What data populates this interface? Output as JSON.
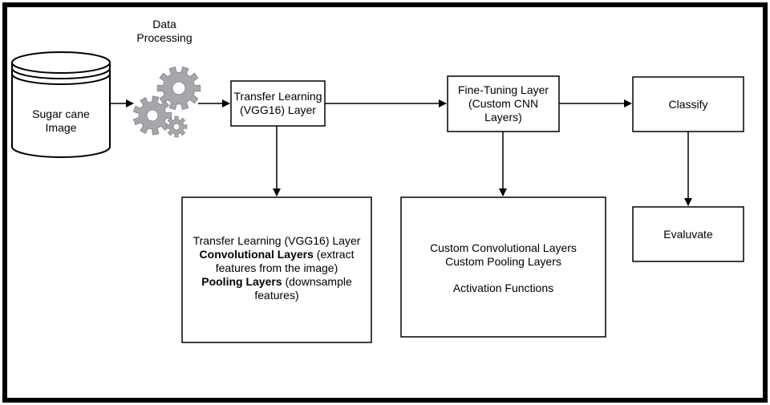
{
  "nodes": {
    "database": {
      "lines": [
        "Sugar cane",
        "Image"
      ]
    },
    "processing": {
      "lines": [
        "Data",
        "Processing"
      ]
    },
    "transfer": {
      "lines": [
        "Transfer Learning",
        "(VGG16) Layer"
      ]
    },
    "finetune": {
      "lines": [
        "Fine-Tuning Layer",
        "(Custom CNN",
        "Layers)"
      ]
    },
    "classify": {
      "label": "Classify"
    },
    "evaluate": {
      "label": "Evaluvate"
    },
    "transfer_detail": {
      "line1": "Transfer Learning (VGG16) Layer",
      "conv_bold": "Convolutional Layers",
      "conv_rest": " (extract",
      "conv_cont": "features from the image)",
      "pool_bold": "Pooling Layers",
      "pool_rest": " (downsample",
      "pool_cont": "features)"
    },
    "finetune_detail": {
      "line1": "Custom Convolutional Layers",
      "line2": "Custom Pooling Layers",
      "line3": "Activation Functions"
    }
  },
  "colors": {
    "stroke": "#000000",
    "gear_fill": "#a6a6ad",
    "gear_dark": "#8a8a92",
    "background": "#ffffff"
  },
  "icons": [
    "database-icon",
    "gears-icon"
  ]
}
